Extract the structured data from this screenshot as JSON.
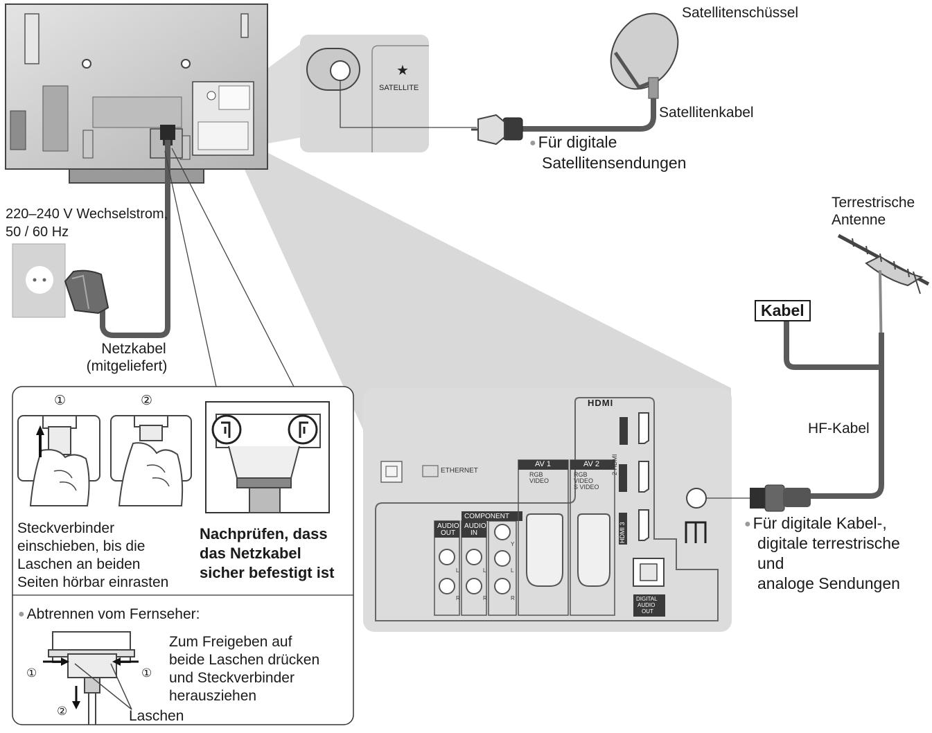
{
  "labels": {
    "satellite_dish": "Satellitenschüssel",
    "satellite_cable": "Satellitenkabel",
    "for_digital_satellite": [
      "Für digitale",
      "Satellitensendungen"
    ],
    "satellite_port": "SATELLITE",
    "terrestrial_antenna": [
      "Terrestrische",
      "Antenne"
    ],
    "cable": "Kabel",
    "rf_cable": "HF-Kabel",
    "for_digital_cable": [
      "Für digitale Kabel-,",
      "digitale terrestrische",
      "und",
      "analoge Sendungen"
    ],
    "mains_voltage": [
      "220–240 V Wechselstrom,",
      "50 / 60 Hz"
    ],
    "power_cable": [
      "Netzkabel",
      "(mitgeliefert)"
    ],
    "steps": [
      "①",
      "②"
    ],
    "insert_connector": [
      "Steckverbinder",
      "einschieben, bis die",
      "Laschen an beiden",
      "Seiten hörbar einrasten"
    ],
    "check_cable": [
      "Nachprüfen, dass",
      "das Netzkabel",
      "sicher befestigt ist"
    ],
    "disconnect": "Abtrennen vom Fernseher:",
    "release_instructions": [
      "Zum Freigeben auf",
      "beide Laschen drücken",
      "und Steckverbinder",
      "herausziehen"
    ],
    "tabs": "Laschen"
  },
  "panel": {
    "hdmi_logo": "HDMI",
    "ethernet": "ETHERNET",
    "component": "COMPONENT",
    "audio_out": [
      "AUDIO",
      "OUT"
    ],
    "audio_in": [
      "AUDIO",
      "IN"
    ],
    "av1": "AV 1",
    "av1_sub": [
      "RGB",
      "VIDEO"
    ],
    "av2": "AV 2",
    "av2_sub": [
      "RGB",
      "VIDEO",
      "S VIDEO"
    ],
    "hdmi2": "2 HDMI",
    "hdmi3": "HDMI 3",
    "digital_audio_out": [
      "DIGITAL",
      "AUDIO",
      "OUT"
    ],
    "component_y": "Y",
    "channel_l": "L",
    "channel_r": "R"
  },
  "colors": {
    "panel_bg": "#dcdcdc",
    "cable": "#5a5a5a",
    "text": "#1a1a1a",
    "bullet": "#9a9a9a"
  }
}
